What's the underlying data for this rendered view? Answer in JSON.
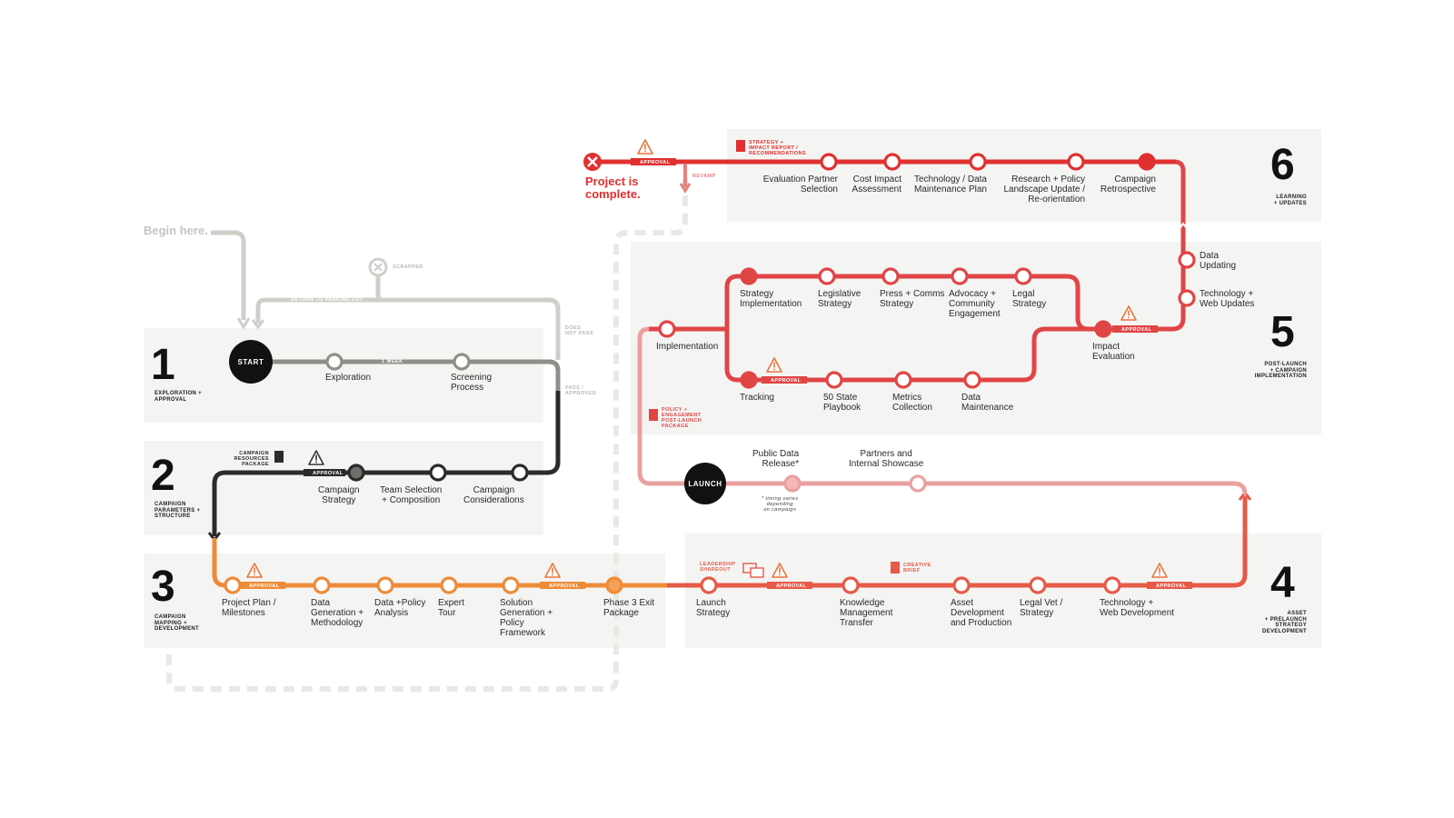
{
  "begin_label": "Begin here.",
  "complete_label": "Project is\ncomplete.",
  "start_label": "START",
  "launch_label": "LAUNCH",
  "phases": [
    {
      "num": "1",
      "caption": "EXPLORATION +\nAPPROVAL"
    },
    {
      "num": "2",
      "caption": "CAMPAIGN\nPARAMETERS +\nSTRUCTURE"
    },
    {
      "num": "3",
      "caption": "CAMPAIGN\nMAPPING +\nDEVELOPMENT"
    },
    {
      "num": "4",
      "caption": "ASSET\n+ PRELAUNCH\nSTRATEGY\nDEVELOPMENT"
    },
    {
      "num": "5",
      "caption": "POST-LAUNCH\n+ CAMPAIGN\nIMPLEMENTATION"
    },
    {
      "num": "6",
      "caption": "LEARNING\n+ UPDATES"
    }
  ],
  "stations": {
    "exploration": "Exploration",
    "screening": "Screening\nProcess",
    "campaign_strategy": "Campaign\nStrategy",
    "team_selection": "Team Selection\n+ Composition",
    "campaign_considerations": "Campaign\nConsiderations",
    "project_plan": "Project Plan /\nMilestones",
    "data_generation": "Data\nGeneration +\nMethodology",
    "data_policy": "Data +Policy\nAnalysis",
    "expert_tour": "Expert\nTour",
    "solution_generation": "Solution\nGeneration +\nPolicy\nFramework",
    "phase3_exit": "Phase 3 Exit\nPackage",
    "launch_strategy": "Launch\nStrategy",
    "knowledge_mgmt": "Knowledge\nManagement\nTransfer",
    "asset_dev": "Asset\nDevelopment\nand Production",
    "legal_vet": "Legal Vet /\nStrategy",
    "tech_web_dev": "Technology +\nWeb Development",
    "public_data": "Public Data\nRelease*",
    "partners": "Partners and\nInternal Showcase",
    "implementation": "Implementation",
    "strategy_impl": "Strategy\nImplementation",
    "legislative": "Legislative\nStrategy",
    "press": "Press + Comms\nStrategy",
    "advocacy": "Advocacy +\nCommunity\nEngagement",
    "legal_strategy": "Legal\nStrategy",
    "tracking": "Tracking",
    "playbook": "50 State\nPlaybook",
    "metrics": "Metrics\nCollection",
    "data_maintenance": "Data\nMaintenance",
    "impact_eval": "Impact\nEvaluation",
    "data_updating": "Data\nUpdating",
    "tech_web_updates": "Technology +\nWeb Updates",
    "eval_partner": "Evaluation Partner\nSelection",
    "cost_impact": "Cost Impact\nAssessment",
    "tech_data_plan": "Technology / Data\nMaintenance Plan",
    "research_policy": "Research + Policy\nLandscape Update /\nRe-orientation",
    "retrospective": "Campaign\nRetrospective"
  },
  "annotations": {
    "approval": "APPROVAL",
    "one_week": "1 WEEK",
    "scrapped": "SCRAPPED",
    "return_parking": "RETURN TO PARKING LOT",
    "does_not_pass": "DOES\nNOT PASS",
    "pass_approved": "PASS /\nAPPROVED",
    "campaign_resources": "CAMPAIGN\nRESOURCES\nPACKAGE",
    "leadership_shareout": "LEADERSHIP\nSHAREOUT",
    "creative_brief": "CREATIVE\nBRIEF",
    "policy_package": "POLICY +\nENGAGEMENT\nPOST-LAUNCH\nPACKAGE",
    "strategy_report": "STRATEGY +\nIMPACT REPORT /\nRECOMMENDATIONS",
    "revamp": "REVAMP",
    "timing_note": "* timing varies\ndepending\non campaign"
  },
  "colors": {
    "gray_line": "#c9c9c4",
    "dark_gray": "#8a8a84",
    "black_line": "#2b2b2b",
    "orange": "#ee8b38",
    "red": "#e03a3a",
    "pink": "#eba0a0",
    "panel": "#f4f4f2",
    "warn": "#e9733c"
  }
}
